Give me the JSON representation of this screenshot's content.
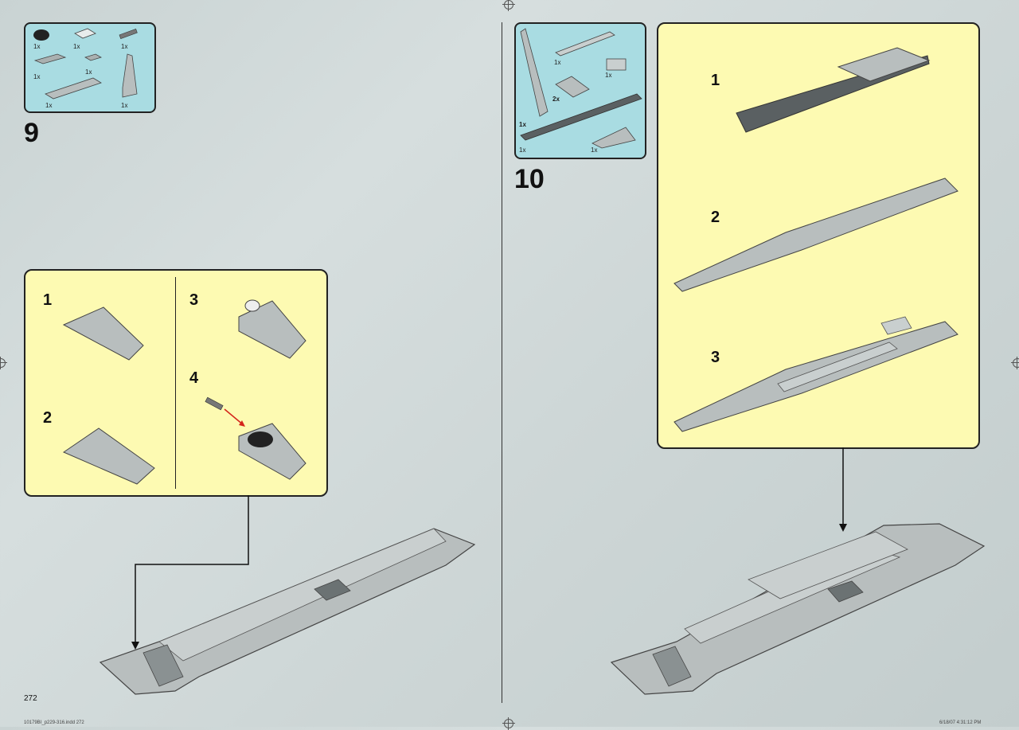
{
  "left_page": {
    "page_number": "272",
    "step": "9",
    "parts": [
      "1x",
      "1x",
      "1x",
      "1x",
      "1x",
      "1x",
      "1x"
    ],
    "substeps": [
      "1",
      "2",
      "3",
      "4"
    ]
  },
  "right_page": {
    "step": "10",
    "parts": [
      "1x",
      "1x",
      "2x",
      "1x",
      "1x",
      "1x"
    ],
    "substeps": [
      "1",
      "2",
      "3"
    ]
  },
  "footer": {
    "left": "10179BI_p229-316.indd   272",
    "right": "6/18/07   4:31:12 PM"
  },
  "colors": {
    "parts_bg": "#a9dce2",
    "callout_bg": "#fdfab2",
    "brick_light": "#b8bebe",
    "brick_dark": "#5a6062",
    "arrow_red": "#d4241b"
  }
}
